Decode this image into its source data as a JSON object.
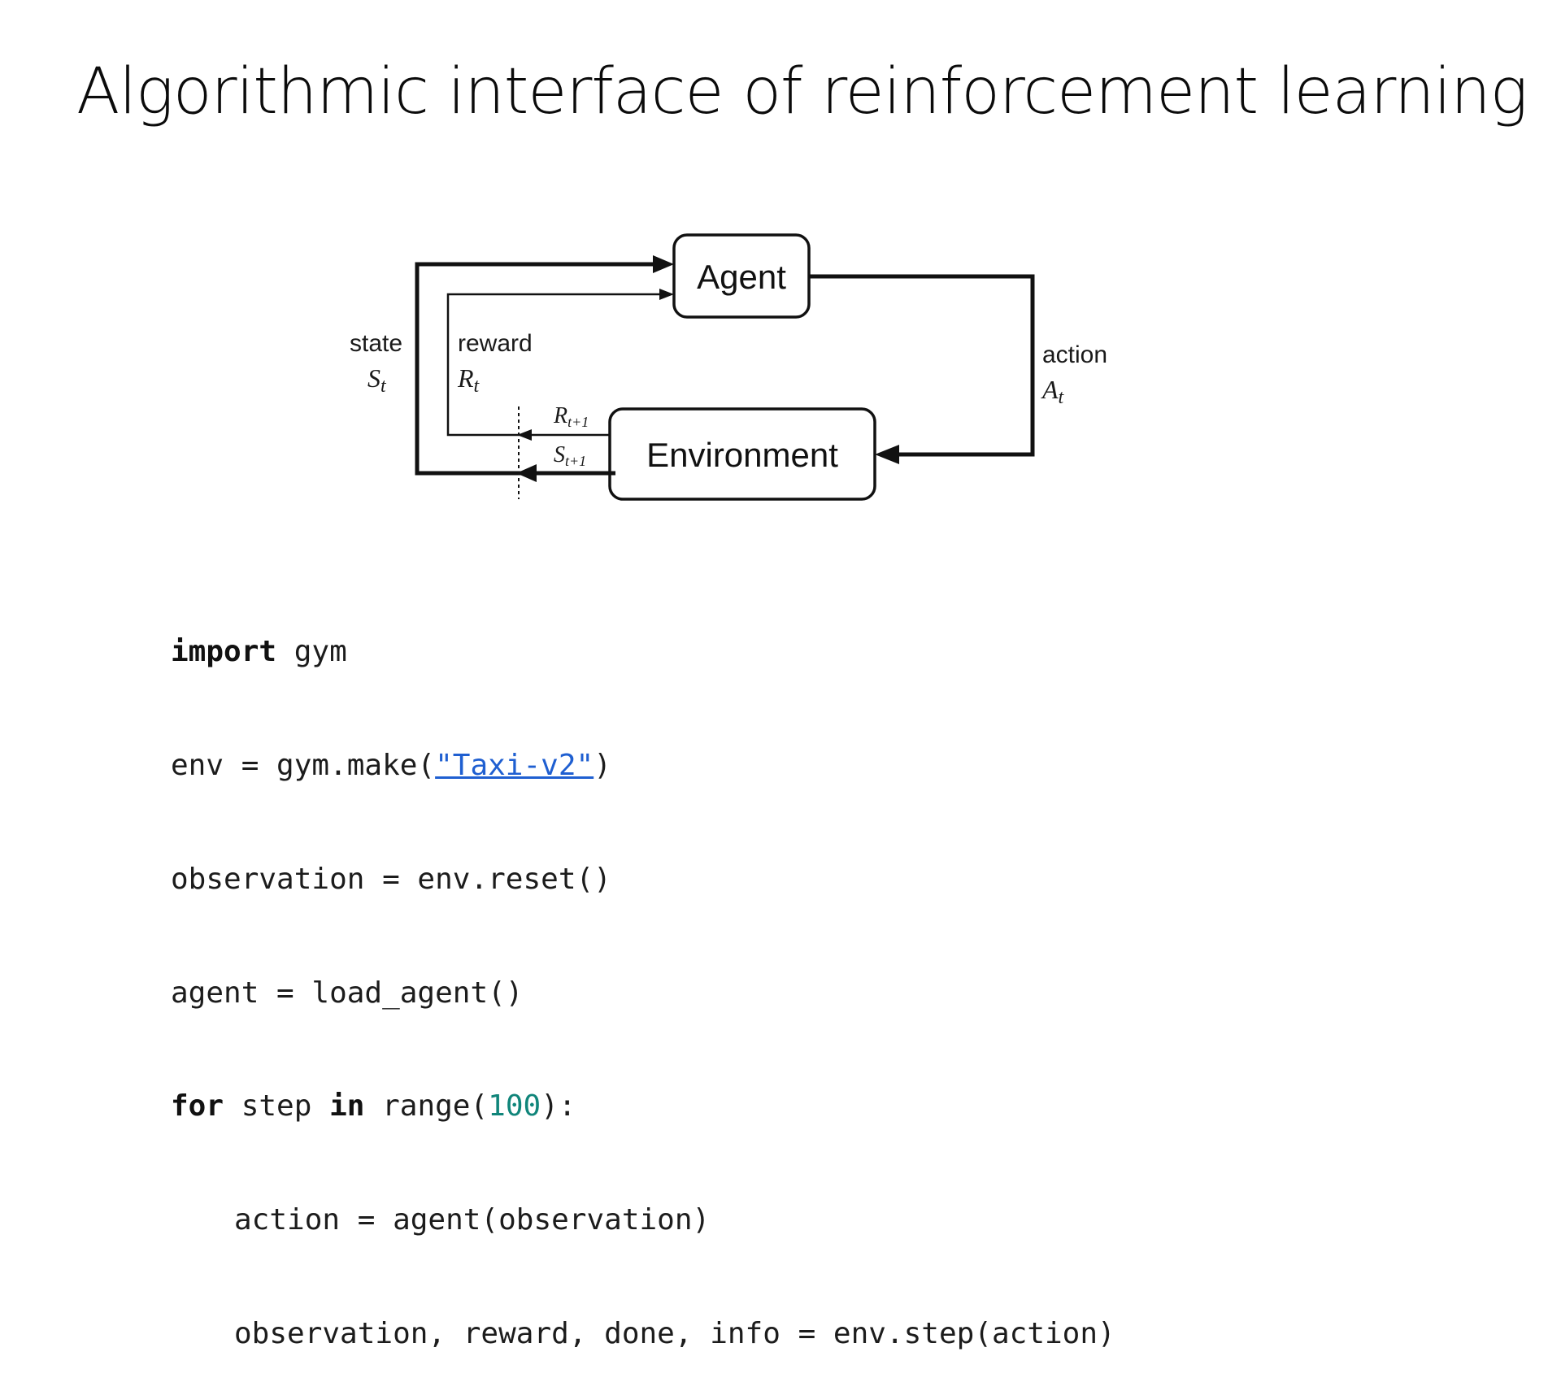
{
  "slide": {
    "title": "Algorithmic interface of reinforcement learning"
  },
  "diagram": {
    "agent_label": "Agent",
    "environment_label": "Environment",
    "state_label": "state",
    "state_symbol": "S",
    "state_subscript": "t",
    "reward_label": "reward",
    "reward_symbol": "R",
    "reward_subscript": "t",
    "action_label": "action",
    "action_symbol": "A",
    "action_subscript": "t",
    "next_reward_symbol": "R",
    "next_reward_subscript": "t+1",
    "next_state_symbol": "S",
    "next_state_subscript": "t+1"
  },
  "code": {
    "line1": {
      "kw": "import",
      "rest": " gym"
    },
    "line2": {
      "pre": "env = gym.make(",
      "str": "\"Taxi-v2\"",
      "post": ")"
    },
    "line3": {
      "text": "observation = env.reset()"
    },
    "line4": {
      "text": "agent = load_agent()"
    },
    "line5": {
      "kw1": "for",
      "mid1": " step ",
      "kw2": "in",
      "mid2": " range(",
      "num": "100",
      "post": "):"
    },
    "line6": {
      "text": "action = agent(observation)"
    },
    "line7": {
      "text": "observation, reward, done, info = env.step(action)"
    }
  },
  "colors": {
    "link": "#1f5fd1",
    "number": "#10857a",
    "text": "#1c1c1c"
  }
}
